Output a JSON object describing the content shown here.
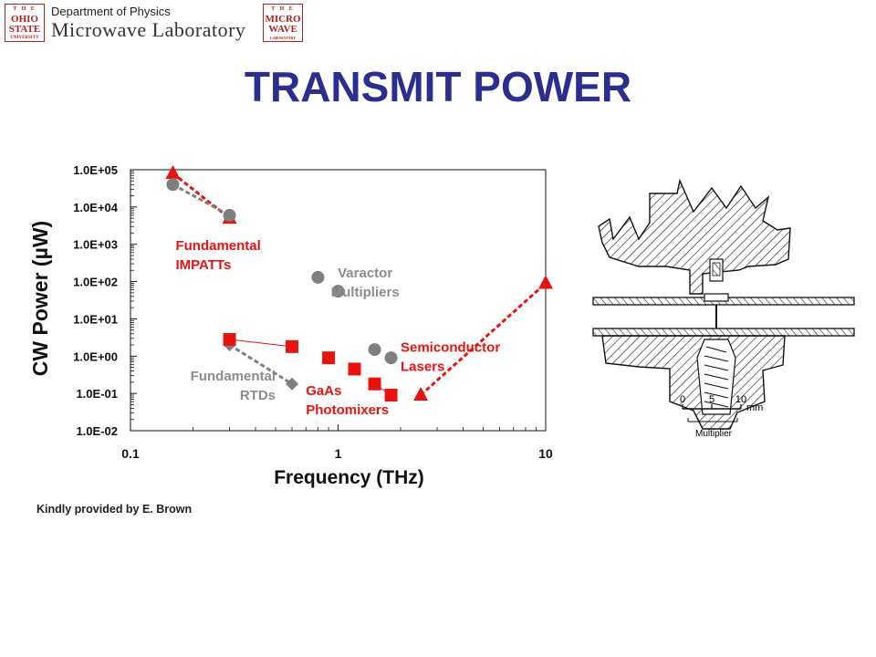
{
  "header": {
    "department": "Department of Physics",
    "lab": "Microwave Laboratory",
    "logo_left": [
      "T",
      "H",
      "E",
      "OHIO",
      "STATE",
      "UNIVERSITY"
    ],
    "logo_right": [
      "T",
      "H",
      "E",
      "MICRO",
      "WAVE",
      "LABORATORY"
    ]
  },
  "title": "TRANSMIT POWER",
  "credit": "Kindly provided by E. Brown",
  "colors": {
    "red": "#e8130f",
    "gray": "#7f7f7f",
    "title": "#2b2e8e"
  },
  "chart_data": {
    "type": "scatter",
    "xlabel": "Frequency (THz)",
    "ylabel": "CW Power (µW)",
    "xscale": "log",
    "yscale": "log",
    "xlim": [
      0.1,
      10
    ],
    "ylim": [
      0.01,
      100000
    ],
    "x_ticks": [
      {
        "v": 0.1,
        "label": "0.1"
      },
      {
        "v": 1,
        "label": "1"
      },
      {
        "v": 10,
        "label": "10"
      }
    ],
    "y_ticks": [
      {
        "v": 100000,
        "label": "1.0E+05"
      },
      {
        "v": 10000,
        "label": "1.0E+04"
      },
      {
        "v": 1000,
        "label": "1.0E+03"
      },
      {
        "v": 100,
        "label": "1.0E+02"
      },
      {
        "v": 10,
        "label": "1.0E+01"
      },
      {
        "v": 1,
        "label": "1.0E+00"
      },
      {
        "v": 0.1,
        "label": "1.0E-01"
      },
      {
        "v": 0.01,
        "label": "1.0E-02"
      }
    ],
    "grid": false,
    "series": [
      {
        "name": "Fundamental IMPATTs",
        "marker": "triangle",
        "color": "#e8130f",
        "connect": "dashed",
        "points": [
          [
            0.16,
            80000
          ],
          [
            0.3,
            5000
          ]
        ]
      },
      {
        "name": "Fundamental IMPATTs",
        "marker": "circle",
        "color": "#7f7f7f",
        "connect": "dashed",
        "points": [
          [
            0.16,
            40000
          ],
          [
            0.3,
            6000
          ]
        ]
      },
      {
        "name": "Varactor Multipliers",
        "marker": "circle",
        "color": "#7f7f7f",
        "connect": "none",
        "points": [
          [
            0.8,
            130
          ],
          [
            1.0,
            55
          ],
          [
            1.5,
            1.5
          ],
          [
            1.8,
            0.9
          ]
        ]
      },
      {
        "name": "Fundamental RTDs",
        "marker": "diamond",
        "color": "#7f7f7f",
        "connect": "dashed",
        "points": [
          [
            0.3,
            2.0
          ],
          [
            0.6,
            0.18
          ]
        ]
      },
      {
        "name": "GaAs Photomixers",
        "marker": "square",
        "color": "#e8130f",
        "connect": "solid",
        "points": [
          [
            0.3,
            2.8
          ],
          [
            0.6,
            1.8
          ]
        ]
      },
      {
        "name": "GaAs Photomixers",
        "marker": "square",
        "color": "#e8130f",
        "connect": "solid",
        "points": [
          [
            1.5,
            0.18
          ],
          [
            1.8,
            0.09
          ]
        ]
      },
      {
        "name": "GaAs Photomixers",
        "marker": "square",
        "color": "#e8130f",
        "connect": "none",
        "points": [
          [
            0.9,
            0.9
          ],
          [
            1.2,
            0.45
          ]
        ]
      },
      {
        "name": "Semiconductor Lasers",
        "marker": "triangle",
        "color": "#e8130f",
        "connect": "dashed",
        "points": [
          [
            2.5,
            0.09
          ],
          [
            10,
            90
          ]
        ]
      }
    ],
    "annotations": [
      {
        "name": "impatt",
        "lines": [
          "Fundamental",
          "IMPATTs"
        ],
        "color": "#e8130f",
        "x": 0.165,
        "y": 700,
        "align": "start"
      },
      {
        "name": "varactor",
        "lines": [
          "Varactor",
          "Multipliers"
        ],
        "color": "#8c8c8c",
        "x": 1.35,
        "y": 130,
        "align": "middle"
      },
      {
        "name": "laser",
        "lines": [
          "Semiconductor",
          "Lasers"
        ],
        "color": "#e8130f",
        "x": 2.0,
        "y": 1.3,
        "align": "start"
      },
      {
        "name": "rtd",
        "lines": [
          "Fundamental",
          "RTDs"
        ],
        "color": "#8c8c8c",
        "x": 0.5,
        "y": 0.22,
        "align": "end"
      },
      {
        "name": "photomixer",
        "lines": [
          "GaAs",
          "Photomixers"
        ],
        "color": "#e8130f",
        "x": 0.7,
        "y": 0.09,
        "align": "start"
      }
    ]
  },
  "figure": {
    "scale_ticks": [
      "0",
      "5",
      "10"
    ],
    "scale_unit": "mm",
    "caption": "Multiplier"
  }
}
